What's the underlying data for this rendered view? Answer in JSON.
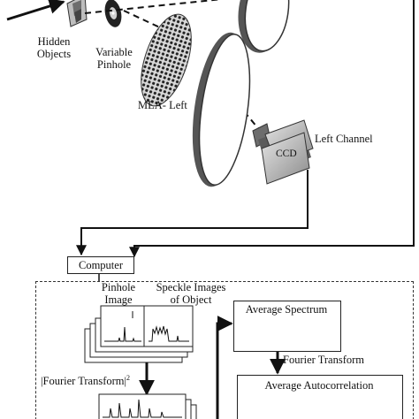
{
  "labels": {
    "hidden_objects": "Hidden\nObjects",
    "variable_pinhole": "Variable\nPinhole",
    "mla_left": "MLA- Left",
    "left_channel": "Left Channel",
    "ccd": "CCD",
    "computer": "Computer",
    "pinhole_image": "Pinhole\nImage",
    "speckle_images": "Speckle Images\nof Object",
    "fourier_sq": "|Fourier Transform|",
    "fourier_sq_exp": "2",
    "average_spectrum": "Average Spectrum",
    "fourier_transform": "Fourier Transform",
    "average_autocorrelation": "Average Autocorrelation"
  }
}
